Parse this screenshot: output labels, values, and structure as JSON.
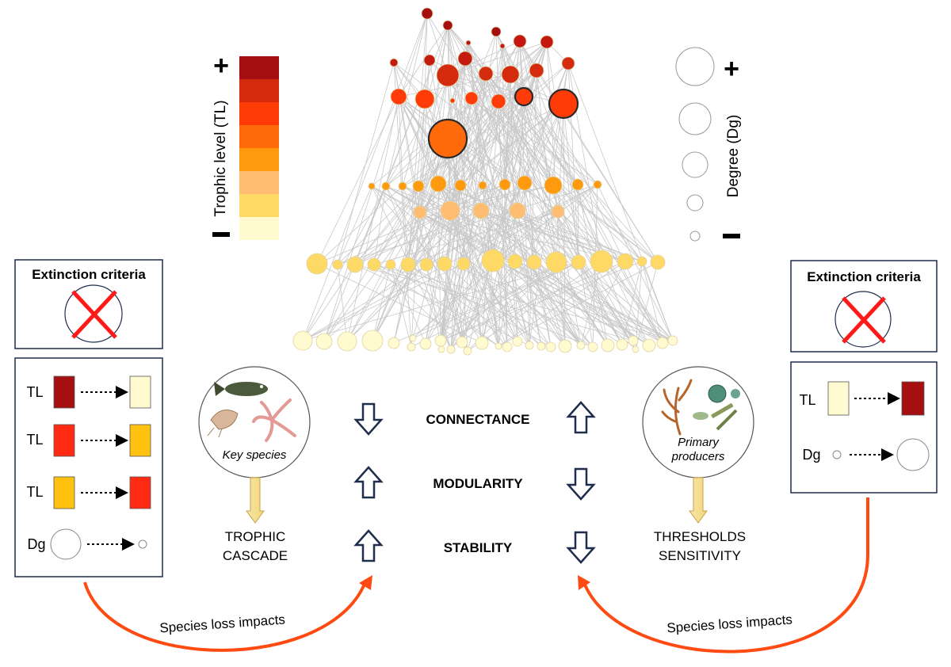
{
  "legend_tl": {
    "title": "Trophic level (TL)",
    "plus": "+",
    "minus": "−",
    "colors": [
      "#a50f0f",
      "#d42a0e",
      "#ff3c08",
      "#ff6a0a",
      "#ff9a0e",
      "#ffbd72",
      "#ffd966",
      "#fffad0"
    ]
  },
  "legend_dg": {
    "title": "Degree (Dg)",
    "plus": "+",
    "minus": "−"
  },
  "left_panel": {
    "title": "Extinction criteria",
    "rows": [
      {
        "label": "TL",
        "from": "#a50f0f",
        "to": "#fffad0"
      },
      {
        "label": "TL",
        "from": "#ff2a12",
        "to": "#ffc20e"
      },
      {
        "label": "TL",
        "from": "#ffc20e",
        "to": "#ff2a12"
      },
      {
        "label": "Dg",
        "from": "large-circle",
        "to": "small-circle"
      }
    ]
  },
  "right_panel": {
    "title": "Extinction criteria",
    "rows": [
      {
        "label": "TL",
        "from": "#fffad0",
        "to": "#a50f0f"
      },
      {
        "label": "Dg",
        "from": "small-circle",
        "to": "large-circle"
      }
    ]
  },
  "key_species": {
    "label": "Key species",
    "outcome_line1": "TROPHIC",
    "outcome_line2": "CASCADE"
  },
  "primary_producers": {
    "label_line1": "Primary",
    "label_line2": "producers",
    "outcome_line1": "THRESHOLDS",
    "outcome_line2": "SENSITIVITY"
  },
  "metrics": [
    {
      "name": "CONNECTANCE",
      "left": "down",
      "right": "up"
    },
    {
      "name": "MODULARITY",
      "left": "up",
      "right": "down"
    },
    {
      "name": "STABILITY",
      "left": "up",
      "right": "down"
    }
  ],
  "impact_label": "Species loss impacts",
  "colors": {
    "arrow_orange": "#ff4a12",
    "arrow_navy": "#1f2d4d",
    "panel_border": "#1f2d4d",
    "cross": "#ff1a1a"
  }
}
